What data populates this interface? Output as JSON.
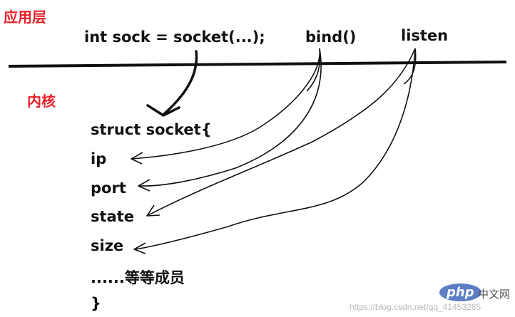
{
  "layers": {
    "app": "应用层",
    "kernel": "内核"
  },
  "app_layer": {
    "socket_call": "int sock = socket(...);",
    "bind_call": "bind()",
    "listen_call": "listen"
  },
  "kernel_struct": {
    "open": "struct socket{",
    "fields": [
      "ip",
      "port",
      "state",
      "size",
      "......等等成员"
    ],
    "close": "}"
  },
  "colors": {
    "layer_label": "#e8202a",
    "ink": "#111111"
  },
  "watermark": {
    "logo": "php",
    "site": "中文网",
    "url": "https://blog.csdn.net/qq_41453285"
  }
}
